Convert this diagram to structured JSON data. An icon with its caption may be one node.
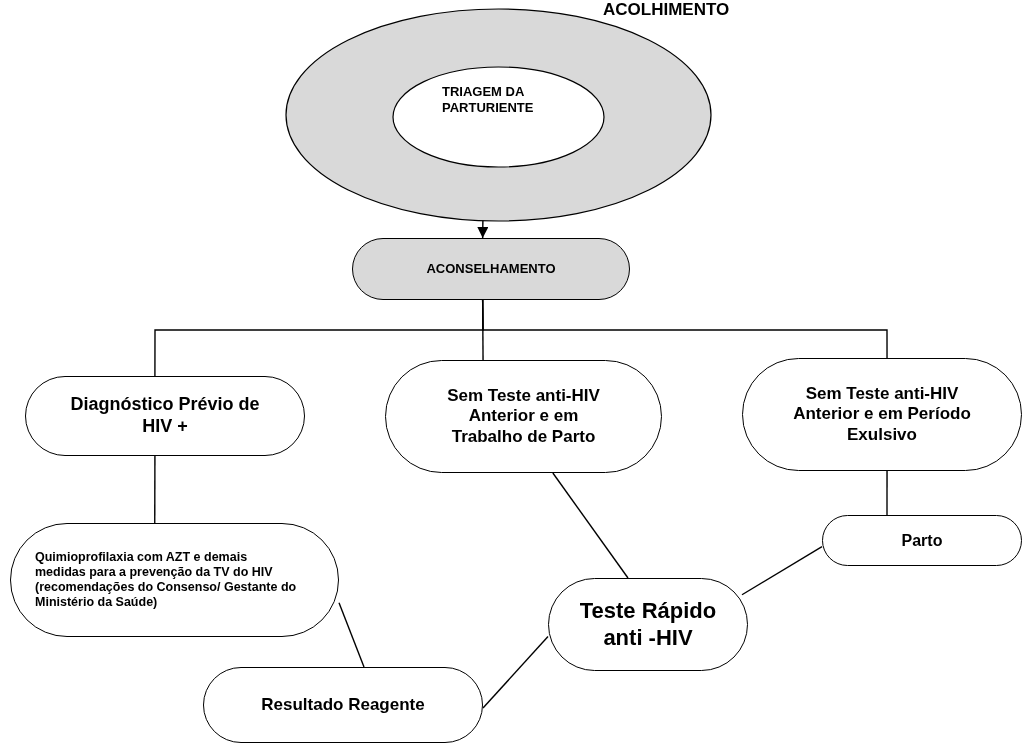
{
  "diagram": {
    "nodes": [
      {
        "text": [
          "ACOLHIMENTO"
        ]
      },
      {
        "text": [
          "TRIAGEM DA PARTURIENTE"
        ],
        "in": 0
      },
      {
        "text": [
          "ACONSELHAMENTO"
        ]
      },
      {
        "text": [
          "Diagnóstico Prévio de HIV +"
        ]
      },
      {
        "text": [
          "Sem Teste anti-HIV Anterior e em Trabalho de Parto"
        ]
      },
      {
        "text": [
          "Sem Teste anti-HIV Anterior e em Período Exulsivo"
        ]
      },
      {
        "text": [
          "Quimioprofilaxia com AZT e demais medidas para a prevenção da TV do HIV (recomendações do Consenso/ Gestante do Ministério da Saúde)"
        ]
      },
      {
        "text": [
          "Parto"
        ]
      },
      {
        "text": [
          "Teste Rápido anti -HIV"
        ]
      },
      {
        "text": [
          "Resultado Reagente"
        ]
      }
    ],
    "edges": [
      {
        "from": 1,
        "to": 2,
        "arrow": "to"
      },
      {
        "from": 2,
        "to": 3,
        "arrow": "none"
      },
      {
        "from": 2,
        "to": 4,
        "arrow": "none"
      },
      {
        "from": 2,
        "to": 5,
        "arrow": "none"
      },
      {
        "from": 3,
        "to": 6,
        "arrow": "none"
      },
      {
        "from": 4,
        "to": 8,
        "arrow": "none"
      },
      {
        "from": 5,
        "to": 7,
        "arrow": "none"
      },
      {
        "from": 7,
        "to": 8,
        "arrow": "none"
      },
      {
        "from": 8,
        "to": 9,
        "arrow": "none"
      },
      {
        "from": 6,
        "to": 9,
        "arrow": "none"
      }
    ]
  }
}
